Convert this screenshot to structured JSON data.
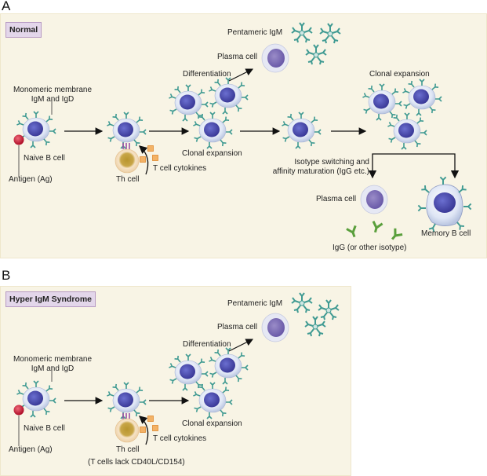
{
  "panels": {
    "a": {
      "letter": "A",
      "tag": "Normal",
      "labels": {
        "pentameric_igm": "Pentameric IgM",
        "plasma_cell": "Plasma cell",
        "differentiation": "Differentiation",
        "monomeric_line1": "Monomeric membrane",
        "monomeric_line2": "IgM and IgD",
        "naive_b_cell": "Naive B cell",
        "antigen": "Antigen (Ag)",
        "th_cell": "Th cell",
        "t_cell_cytokines": "T cell cytokines",
        "clonal_expansion_1": "Clonal expansion",
        "clonal_expansion_2": "Clonal expansion",
        "isotype_line1": "Isotype switching and",
        "isotype_line2": "affinity maturation (IgG etc.)",
        "plasma_cell_2": "Plasma cell",
        "memory_b_cell": "Memory B cell",
        "igg": "IgG (or other isotype)"
      }
    },
    "b": {
      "letter": "B",
      "tag": "Hyper IgM Syndrome",
      "labels": {
        "pentameric_igm": "Pentameric IgM",
        "plasma_cell": "Plasma cell",
        "differentiation": "Differentiation",
        "monomeric_line1": "Monomeric membrane",
        "monomeric_line2": "IgM and IgD",
        "naive_b_cell": "Naive B cell",
        "antigen": "Antigen (Ag)",
        "th_cell": "Th cell",
        "th_note": "(T cells lack CD40L/CD154)",
        "t_cell_cytokines": "T cell cytokines",
        "clonal_expansion": "Clonal expansion"
      }
    }
  },
  "colors": {
    "panel_bg": "#f8f4e5",
    "tag_bg": "#e3d6ea",
    "b_cell_body": "#dfe6f5",
    "nucleus": "#4a4aa8",
    "receptor": "#3f9a92",
    "antigen": "#c8203a",
    "th_cell": "#f1d9b3",
    "cytokine": "#f0a35a",
    "igg": "#5a9f3c"
  }
}
